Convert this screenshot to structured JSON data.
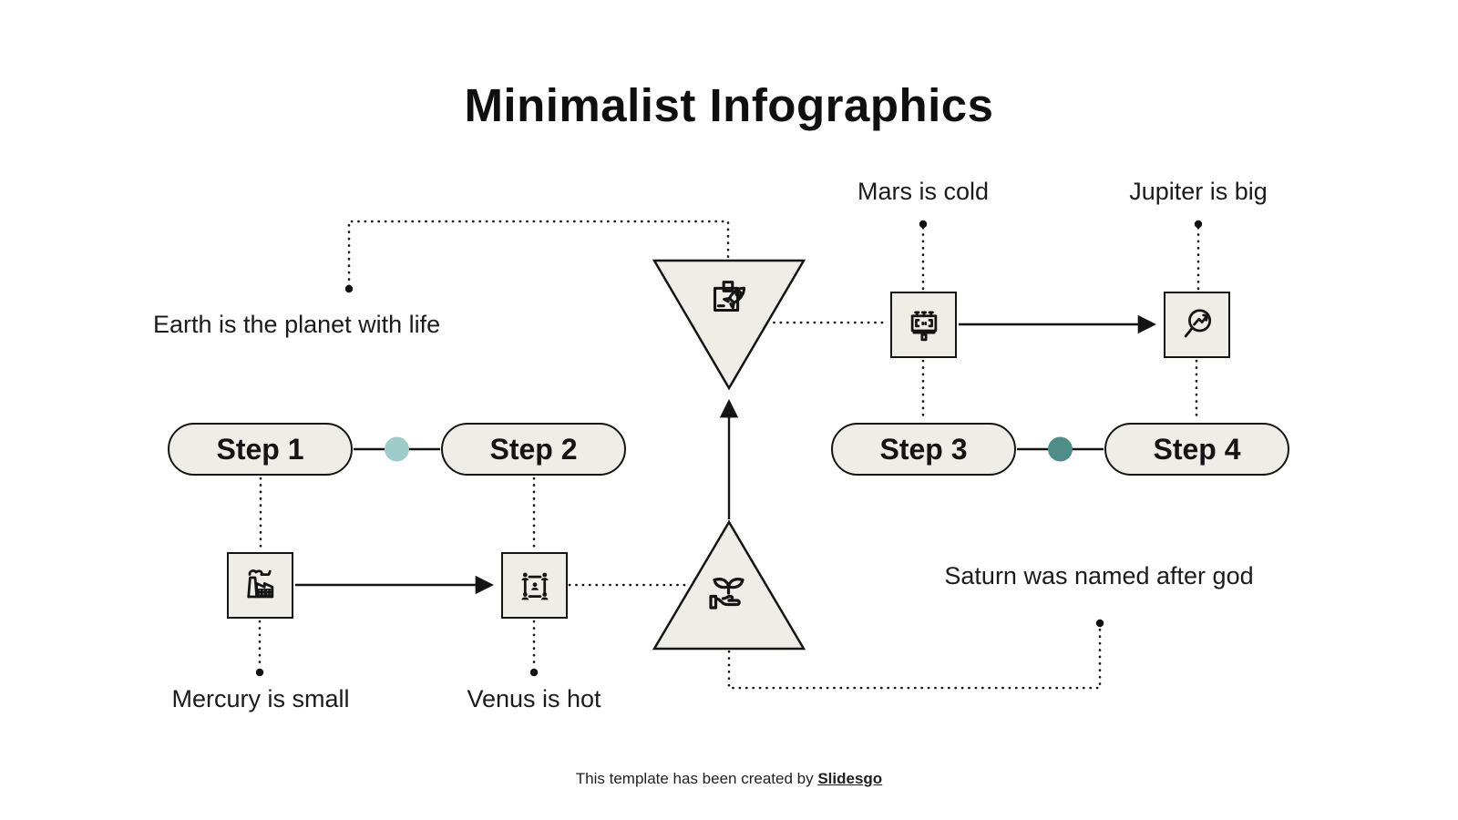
{
  "title": "Minimalist Infographics",
  "colors": {
    "background": "#ffffff",
    "shape_fill": "#eeede8",
    "line": "#141414",
    "accent_light_teal": "#9eccc8",
    "accent_dark_teal": "#4f8d88"
  },
  "steps": [
    {
      "label": "Step 1",
      "icon": "factory-icon"
    },
    {
      "label": "Step 2",
      "icon": "team-network-icon"
    },
    {
      "label": "Step 3",
      "icon": "billboard-icon"
    },
    {
      "label": "Step 4",
      "icon": "magnifier-chart-icon"
    }
  ],
  "triangles": [
    {
      "direction": "down",
      "icon": "package-rocket-icon"
    },
    {
      "direction": "up",
      "icon": "sprout-hand-icon"
    }
  ],
  "notes": {
    "earth": "Earth is the planet with life",
    "mars": "Mars is cold",
    "jupiter": "Jupiter is big",
    "mercury": "Mercury is small",
    "venus": "Venus is hot",
    "saturn": "Saturn was named after god"
  },
  "footer": {
    "text": "This template has been created by",
    "brand": "Slidesgo"
  }
}
